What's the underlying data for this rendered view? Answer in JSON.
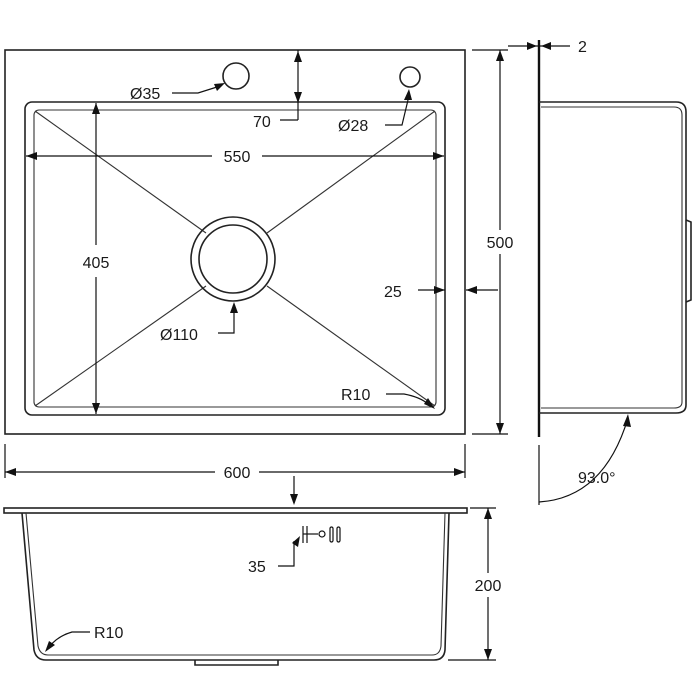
{
  "diagram": {
    "top_view": {
      "hole_large_label": "Ø35",
      "hole_small_label": "Ø28",
      "drain_label": "Ø110",
      "inner_width_label": "550",
      "inner_depth_label": "405",
      "hole_offset_label": "70",
      "rim_margin_label": "25",
      "corner_radius_label": "R10",
      "overall_width_label": "600",
      "overall_depth_label": "500"
    },
    "side_view": {
      "flange_thickness_label": "2",
      "wall_angle_label": "93.0°"
    },
    "front_view": {
      "bowl_height_label": "200",
      "overflow_label": "35",
      "corner_radius_label": "R10"
    }
  }
}
